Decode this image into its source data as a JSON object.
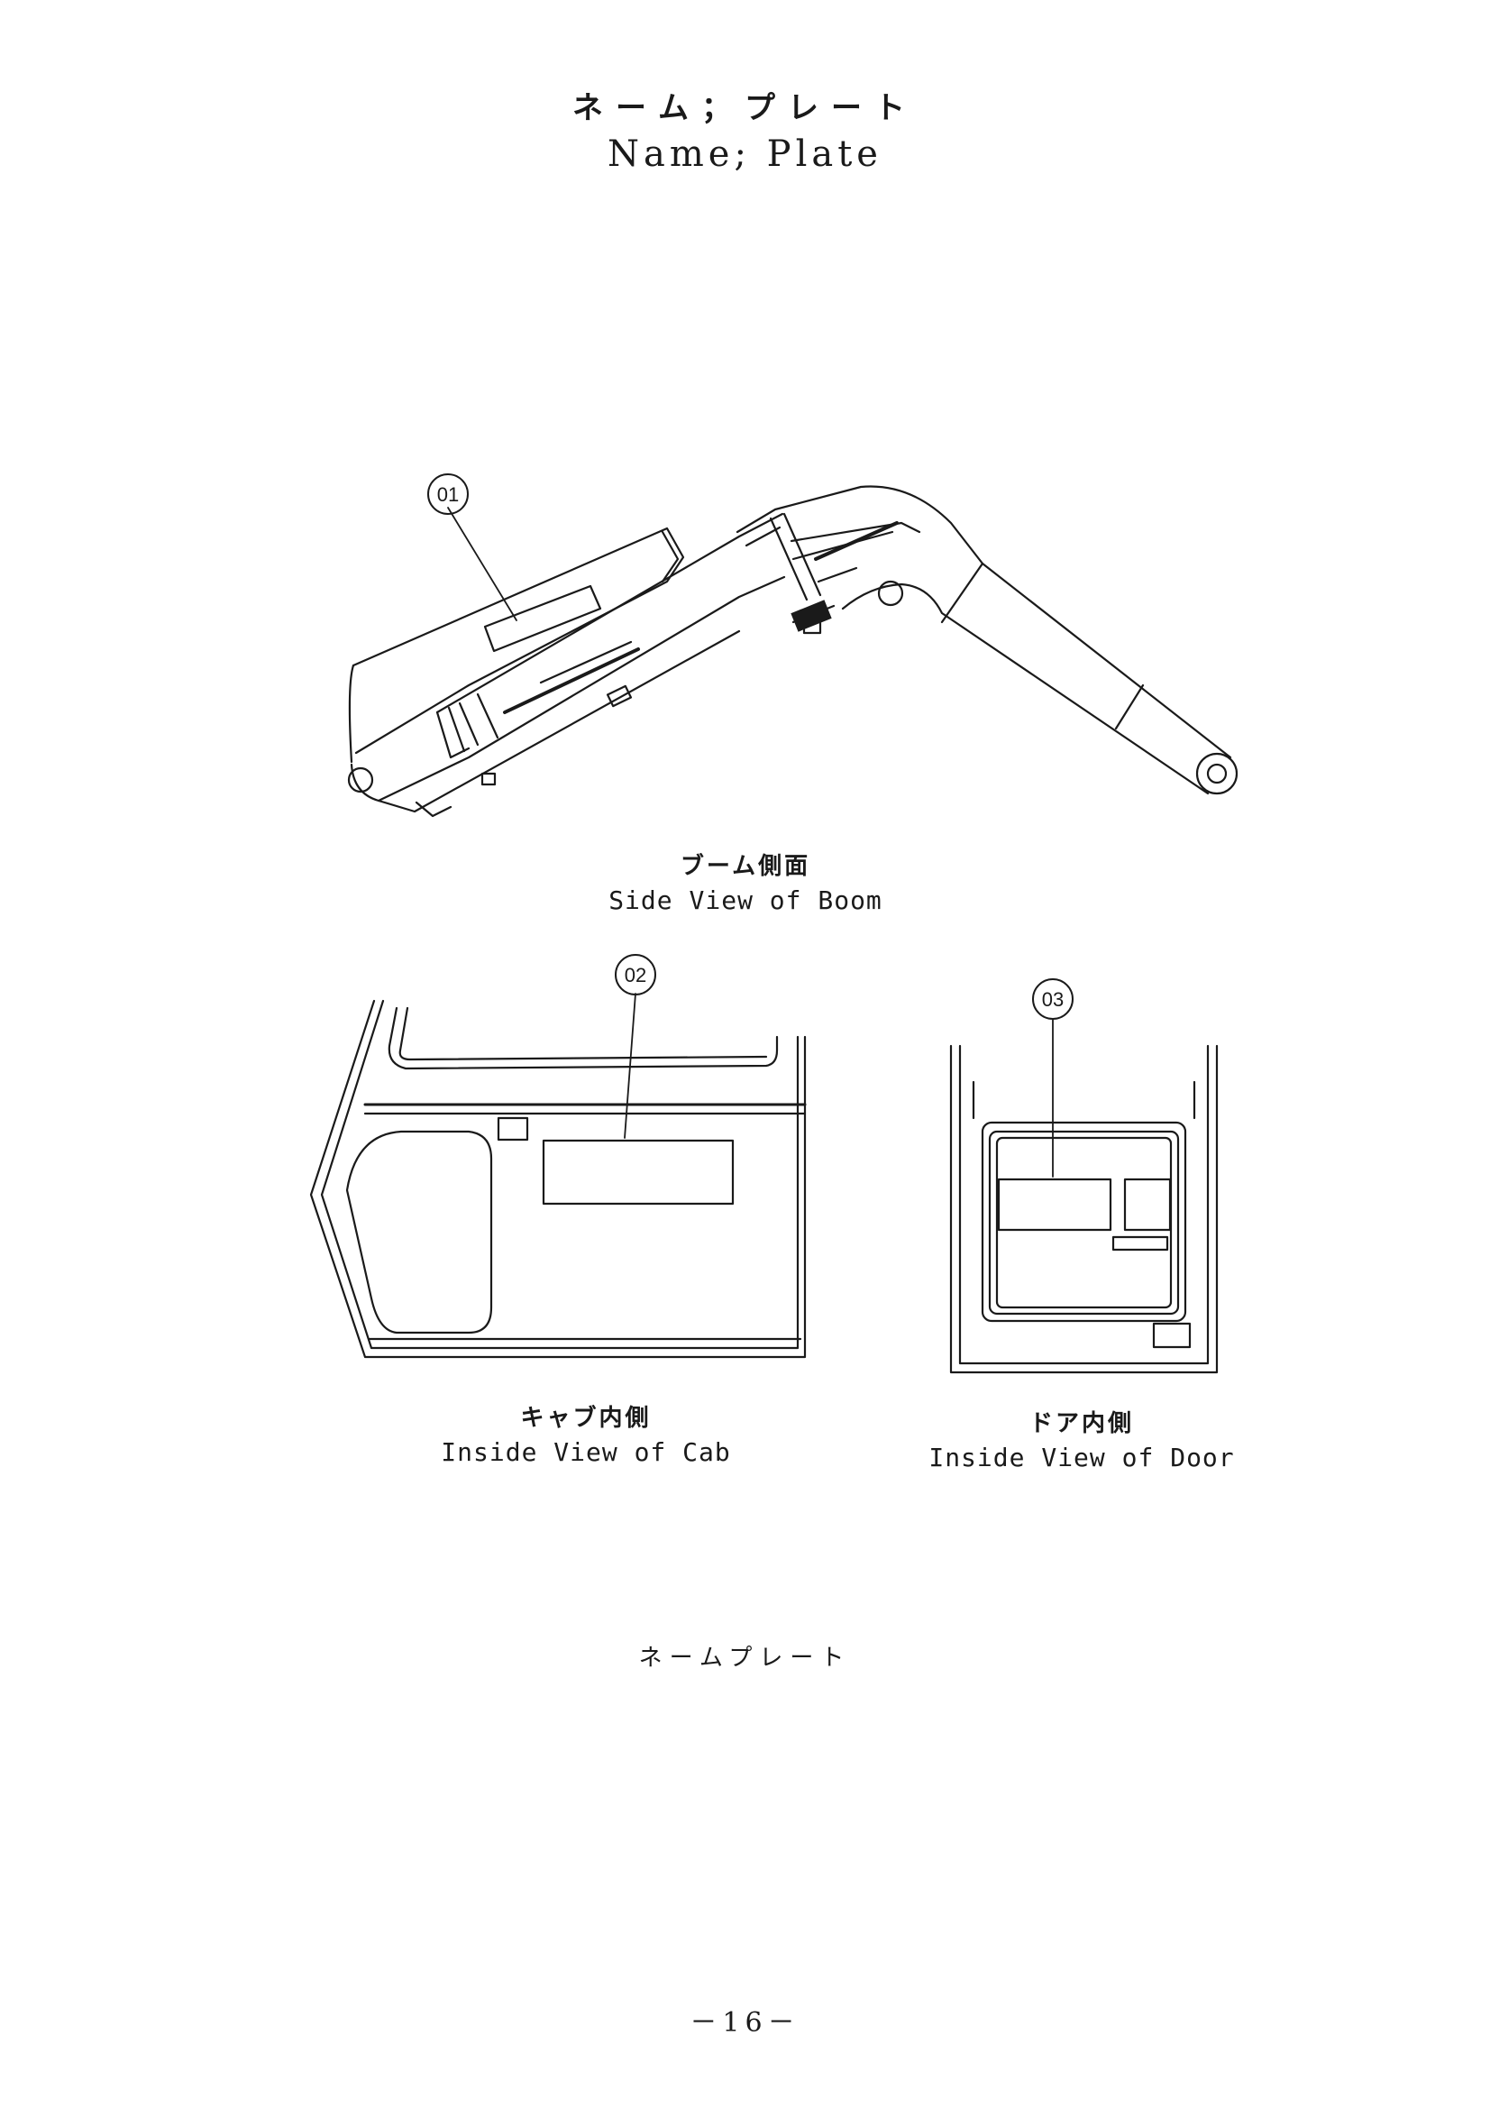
{
  "header": {
    "title_jp": "ネーム；プレート",
    "title_en": "Name; Plate"
  },
  "figures": {
    "boom": {
      "callout": "01",
      "caption_jp": "ブーム側面",
      "caption_en": "Side View of Boom"
    },
    "cab": {
      "callout": "02",
      "caption_jp": "キャブ内側",
      "caption_en": "Inside View of Cab"
    },
    "door": {
      "callout": "03",
      "caption_jp": "ドア内側",
      "caption_en": "Inside View of Door"
    }
  },
  "footer": {
    "label_jp": "ネームプレート",
    "page_number": "－16－"
  }
}
